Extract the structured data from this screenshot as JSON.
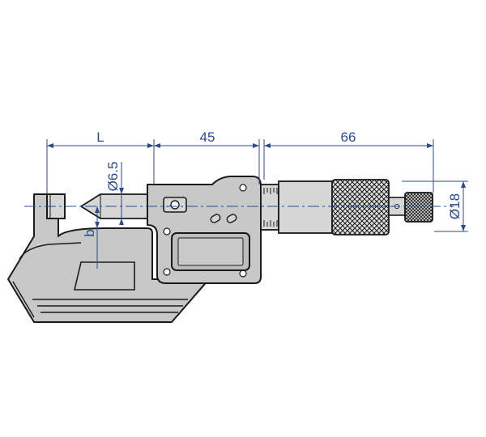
{
  "dimensions": {
    "length_label": "L",
    "head_length_label": "45",
    "thimble_length_label": "66",
    "spindle_diameter_label": "Ø6.5",
    "thimble_diameter_label": "Ø18",
    "offset_label": "b"
  },
  "colors": {
    "dimension": "#2c4a8c",
    "body": "#c8c8c8",
    "body_light": "#d6d6d6",
    "outline": "#1a1a1a",
    "display": "#bdbdbd",
    "centerline": "#2c4a8c"
  }
}
